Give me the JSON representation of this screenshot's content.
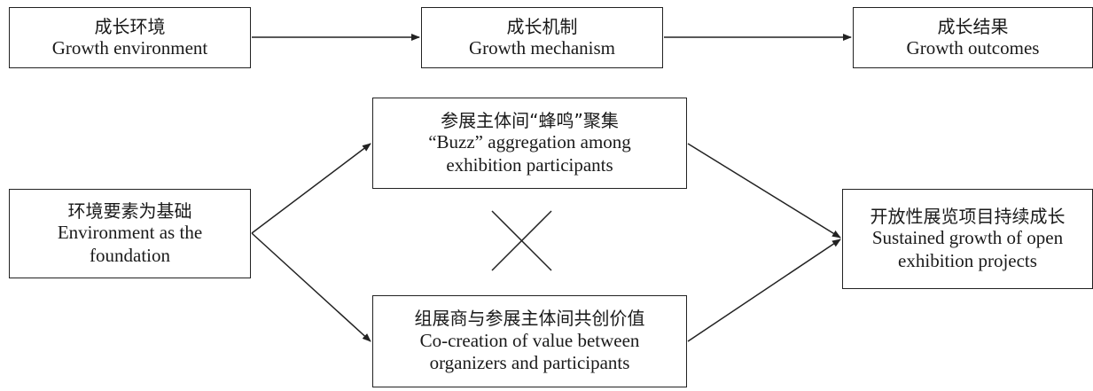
{
  "header": {
    "environment": {
      "zh": "成长环境",
      "en": "Growth environment"
    },
    "mechanism": {
      "zh": "成长机制",
      "en": "Growth mechanism"
    },
    "outcomes": {
      "zh": "成长结果",
      "en": "Growth outcomes"
    }
  },
  "nodes": {
    "foundation": {
      "zh": "环境要素为基础",
      "en1": "Environment as the",
      "en2": "foundation"
    },
    "buzz": {
      "zh": "参展主体间“蜂鸣”聚集",
      "en1": "“Buzz” aggregation among",
      "en2": "exhibition participants"
    },
    "cocreation": {
      "zh": "组展商与参展主体间共创价值",
      "en1": "Co-creation of value between",
      "en2": "organizers and participants"
    },
    "growth": {
      "zh": "开放性展览项目持续成长",
      "en1": "Sustained growth of open",
      "en2": "exhibition projects"
    }
  }
}
